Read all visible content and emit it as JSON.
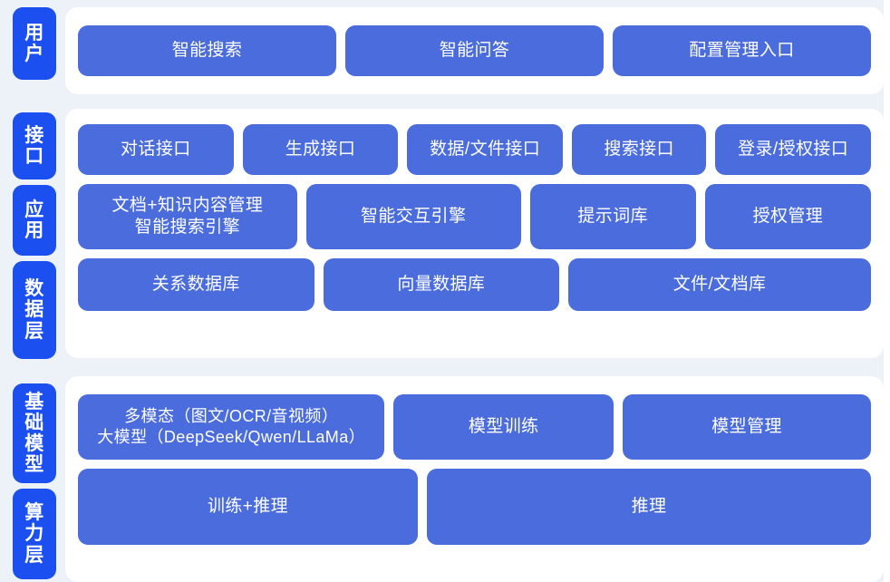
{
  "colors": {
    "page_background": "#edf1f8",
    "panel_background": "#ffffff",
    "tag_blue": "#1b4ff0",
    "box_blue": "#4b6cdc",
    "text_white": "#ffffff"
  },
  "sections": [
    {
      "id": "user",
      "tags": [
        {
          "name": "user",
          "chars": [
            "用",
            "户"
          ]
        }
      ],
      "rows": [
        {
          "id": "user-entries",
          "boxes": [
            {
              "name": "smart-search",
              "lines": [
                "智能搜索"
              ],
              "flex": 1
            },
            {
              "name": "smart-qa",
              "lines": [
                "智能问答"
              ],
              "flex": 1
            },
            {
              "name": "config-management-entry",
              "lines": [
                "配置管理入口"
              ],
              "flex": 1
            }
          ]
        }
      ]
    },
    {
      "id": "mid",
      "tags": [
        {
          "name": "interface",
          "chars": [
            "接",
            "口"
          ]
        },
        {
          "name": "application",
          "chars": [
            "应",
            "用"
          ]
        },
        {
          "name": "data-layer",
          "chars": [
            "数",
            "据",
            "层"
          ]
        }
      ],
      "rows": [
        {
          "id": "interface",
          "boxes": [
            {
              "name": "dialog-api",
              "lines": [
                "对话接口"
              ],
              "flex": 1.0
            },
            {
              "name": "generation-api",
              "lines": [
                "生成接口"
              ],
              "flex": 1.0
            },
            {
              "name": "data-file-api",
              "lines": [
                "数据/文件接口"
              ],
              "flex": 1.0
            },
            {
              "name": "search-api",
              "lines": [
                "搜索接口"
              ],
              "flex": 0.85
            },
            {
              "name": "login-auth-api",
              "lines": [
                "登录/授权接口"
              ],
              "flex": 1.0
            }
          ]
        },
        {
          "id": "application",
          "boxes": [
            {
              "name": "doc-knowledge-management",
              "lines": [
                "文档+知识内容管理",
                "智能搜索引擎"
              ],
              "flex": 1.35
            },
            {
              "name": "smart-interaction-engine",
              "lines": [
                "智能交互引擎"
              ],
              "flex": 1.32
            },
            {
              "name": "prompt-library",
              "lines": [
                "提示词库"
              ],
              "flex": 1.0
            },
            {
              "name": "authorization-management",
              "lines": [
                "授权管理"
              ],
              "flex": 1.0
            }
          ]
        },
        {
          "id": "data",
          "boxes": [
            {
              "name": "relational-database",
              "lines": [
                "关系数据库"
              ],
              "flex": 1
            },
            {
              "name": "vector-database",
              "lines": [
                "向量数据库"
              ],
              "flex": 1
            },
            {
              "name": "file-document-store",
              "lines": [
                "文件/文档库"
              ],
              "flex": 1.3
            }
          ]
        }
      ]
    },
    {
      "id": "base",
      "tags": [
        {
          "name": "foundation-model",
          "chars": [
            "基",
            "础",
            "模",
            "型"
          ]
        },
        {
          "name": "compute-layer",
          "chars": [
            "算",
            "力",
            "层"
          ]
        }
      ],
      "rows": [
        {
          "id": "model",
          "boxes": [
            {
              "name": "multimodal-large-model",
              "lines": [
                "多模态（图文/OCR/音视频）",
                "大模型（DeepSeek/Qwen/LLaMa）"
              ],
              "flex": 1.25,
              "small": true
            },
            {
              "name": "model-training",
              "lines": [
                "模型训练"
              ],
              "flex": 0.88
            },
            {
              "name": "model-management",
              "lines": [
                "模型管理"
              ],
              "flex": 1.0
            }
          ]
        },
        {
          "id": "compute",
          "boxes": [
            {
              "name": "training-and-inference",
              "lines": [
                "训练+推理"
              ],
              "flex": 1
            },
            {
              "name": "inference",
              "lines": [
                "推理"
              ],
              "flex": 1.32
            }
          ]
        }
      ]
    }
  ]
}
